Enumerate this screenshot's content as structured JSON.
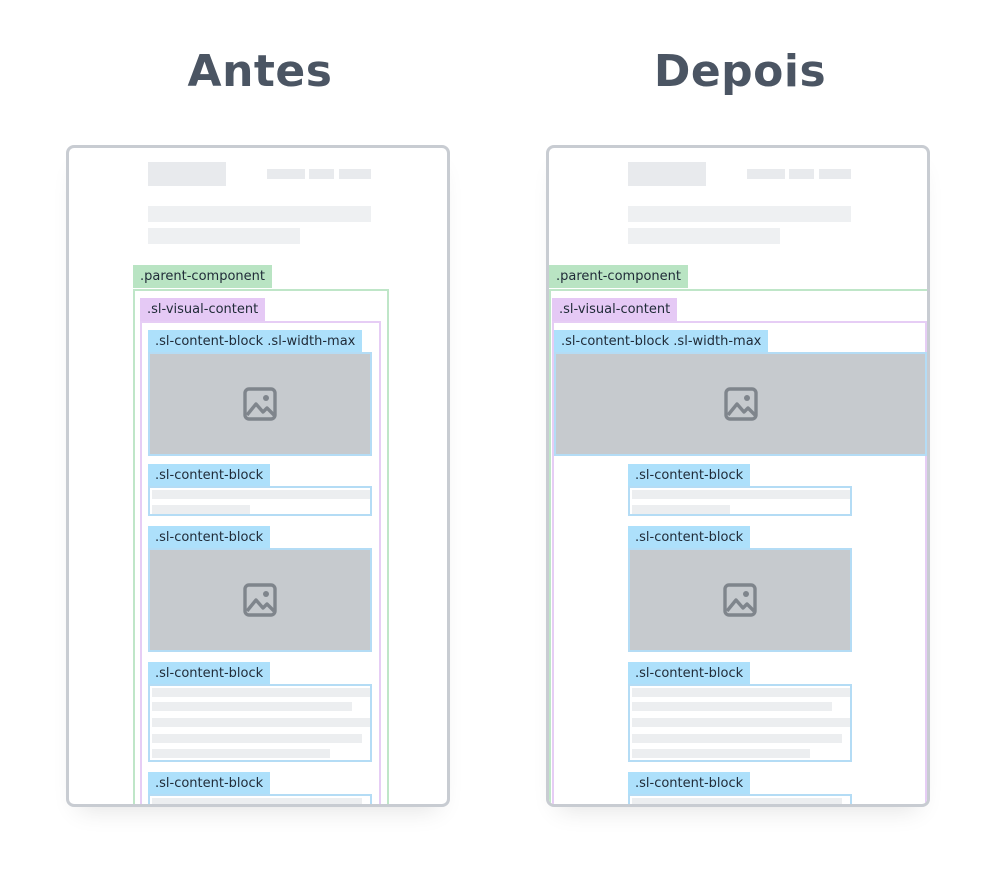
{
  "titles": {
    "before": "Antes",
    "after": "Depois"
  },
  "labels": {
    "parent": ".parent-component",
    "visual": ".sl-visual-content",
    "content_block_max": ".sl-content-block .sl-width-max",
    "content_block": ".sl-content-block"
  },
  "colors": {
    "parent_component": "#b9e4c3",
    "visual_content": "#e5c9f5",
    "content_block": "#ade0fb",
    "image_placeholder": "#c6cace",
    "title_text": "#4b5563"
  },
  "icons": {
    "image_placeholder": "image-icon"
  }
}
